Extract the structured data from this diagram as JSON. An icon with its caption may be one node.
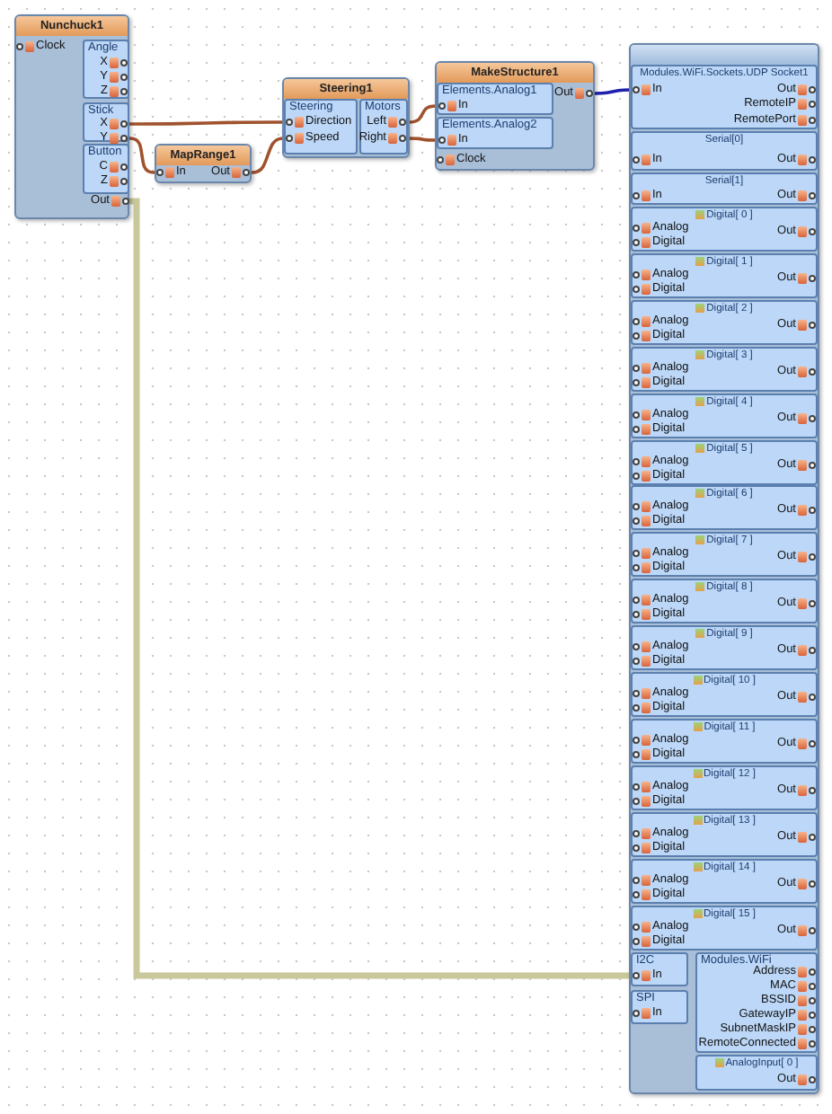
{
  "diagram": {
    "nodes": [
      {
        "text": [
          "Nunchuck1"
        ]
      },
      {
        "text": [
          "Clock"
        ],
        "in": 0
      },
      {
        "text": [
          "Angle"
        ],
        "in": 0
      },
      {
        "text": [
          "X"
        ],
        "in": 2
      },
      {
        "text": [
          "Y"
        ],
        "in": 2
      },
      {
        "text": [
          "Z"
        ],
        "in": 2
      },
      {
        "text": [
          "Stick"
        ],
        "in": 0
      },
      {
        "text": [
          "X"
        ],
        "in": 6
      },
      {
        "text": [
          "Y"
        ],
        "in": 6
      },
      {
        "text": [
          "Button"
        ],
        "in": 0
      },
      {
        "text": [
          "C"
        ],
        "in": 9
      },
      {
        "text": [
          "Z"
        ],
        "in": 9
      },
      {
        "text": [
          "Out"
        ],
        "in": 0
      },
      {
        "text": [
          "MapRange1"
        ]
      },
      {
        "text": [
          "In"
        ],
        "in": 13
      },
      {
        "text": [
          "Out"
        ],
        "in": 13
      },
      {
        "text": [
          "Steering1"
        ]
      },
      {
        "text": [
          "Steering"
        ],
        "in": 16
      },
      {
        "text": [
          "Direction"
        ],
        "in": 17
      },
      {
        "text": [
          "Speed"
        ],
        "in": 17
      },
      {
        "text": [
          "Motors"
        ],
        "in": 16
      },
      {
        "text": [
          "Left"
        ],
        "in": 20
      },
      {
        "text": [
          "Right"
        ],
        "in": 20
      },
      {
        "text": [
          "MakeStructure1"
        ]
      },
      {
        "text": [
          "Elements.Analog1"
        ],
        "in": 23
      },
      {
        "text": [
          "In"
        ],
        "in": 24
      },
      {
        "text": [
          "Elements.Analog2"
        ],
        "in": 23
      },
      {
        "text": [
          "In"
        ],
        "in": 26
      },
      {
        "text": [
          "Clock"
        ],
        "in": 23
      },
      {
        "text": [
          "Out"
        ],
        "in": 23
      },
      {
        "text": [],
        "shape": "box"
      },
      {
        "text": [
          "Modules.WiFi.Sockets.UDP Socket1"
        ],
        "in": 30
      },
      {
        "text": [
          "In"
        ],
        "in": 31
      },
      {
        "text": [
          "Out"
        ],
        "in": 31
      },
      {
        "text": [
          "RemoteIP"
        ],
        "in": 31
      },
      {
        "text": [
          "RemotePort"
        ],
        "in": 31
      },
      {
        "text": [
          "Serial[0]"
        ],
        "in": 30
      },
      {
        "text": [
          "In"
        ],
        "in": 36
      },
      {
        "text": [
          "Out"
        ],
        "in": 36
      },
      {
        "text": [
          "Serial[1]"
        ],
        "in": 30
      },
      {
        "text": [
          "In"
        ],
        "in": 39
      },
      {
        "text": [
          "Out"
        ],
        "in": 39
      },
      {
        "text": [
          "Digital[ 0 ]"
        ],
        "in": 30
      },
      {
        "text": [
          "Analog"
        ],
        "in": 42
      },
      {
        "text": [
          "Digital"
        ],
        "in": 42
      },
      {
        "text": [
          "Out"
        ],
        "in": 42
      },
      {
        "text": [
          "Digital[ 1 ]"
        ],
        "in": 30
      },
      {
        "text": [
          "Analog"
        ],
        "in": 46
      },
      {
        "text": [
          "Digital"
        ],
        "in": 46
      },
      {
        "text": [
          "Out"
        ],
        "in": 46
      },
      {
        "text": [
          "Digital[ 2 ]"
        ],
        "in": 30
      },
      {
        "text": [
          "Analog"
        ],
        "in": 50
      },
      {
        "text": [
          "Digital"
        ],
        "in": 50
      },
      {
        "text": [
          "Out"
        ],
        "in": 50
      },
      {
        "text": [
          "Digital[ 3 ]"
        ],
        "in": 30
      },
      {
        "text": [
          "Analog"
        ],
        "in": 54
      },
      {
        "text": [
          "Digital"
        ],
        "in": 54
      },
      {
        "text": [
          "Out"
        ],
        "in": 54
      },
      {
        "text": [
          "Digital[ 4 ]"
        ],
        "in": 30
      },
      {
        "text": [
          "Analog"
        ],
        "in": 58
      },
      {
        "text": [
          "Digital"
        ],
        "in": 58
      },
      {
        "text": [
          "Out"
        ],
        "in": 58
      },
      {
        "text": [
          "Digital[ 5 ]"
        ],
        "in": 30
      },
      {
        "text": [
          "Analog"
        ],
        "in": 62
      },
      {
        "text": [
          "Digital"
        ],
        "in": 62
      },
      {
        "text": [
          "Out"
        ],
        "in": 62
      },
      {
        "text": [
          "Digital[ 6 ]"
        ],
        "in": 30
      },
      {
        "text": [
          "Analog"
        ],
        "in": 66
      },
      {
        "text": [
          "Digital"
        ],
        "in": 66
      },
      {
        "text": [
          "Out"
        ],
        "in": 66
      },
      {
        "text": [
          "Digital[ 7 ]"
        ],
        "in": 30
      },
      {
        "text": [
          "Analog"
        ],
        "in": 70
      },
      {
        "text": [
          "Digital"
        ],
        "in": 70
      },
      {
        "text": [
          "Out"
        ],
        "in": 70
      },
      {
        "text": [
          "Digital[ 8 ]"
        ],
        "in": 30
      },
      {
        "text": [
          "Analog"
        ],
        "in": 74
      },
      {
        "text": [
          "Digital"
        ],
        "in": 74
      },
      {
        "text": [
          "Out"
        ],
        "in": 74
      },
      {
        "text": [
          "Digital[ 9 ]"
        ],
        "in": 30
      },
      {
        "text": [
          "Analog"
        ],
        "in": 78
      },
      {
        "text": [
          "Digital"
        ],
        "in": 78
      },
      {
        "text": [
          "Out"
        ],
        "in": 78
      },
      {
        "text": [
          "Digital[ 10 ]"
        ],
        "in": 30
      },
      {
        "text": [
          "Analog"
        ],
        "in": 82
      },
      {
        "text": [
          "Digital"
        ],
        "in": 82
      },
      {
        "text": [
          "Out"
        ],
        "in": 82
      },
      {
        "text": [
          "Digital[ 11 ]"
        ],
        "in": 30
      },
      {
        "text": [
          "Analog"
        ],
        "in": 86
      },
      {
        "text": [
          "Digital"
        ],
        "in": 86
      },
      {
        "text": [
          "Out"
        ],
        "in": 86
      },
      {
        "text": [
          "Digital[ 12 ]"
        ],
        "in": 30
      },
      {
        "text": [
          "Analog"
        ],
        "in": 90
      },
      {
        "text": [
          "Digital"
        ],
        "in": 90
      },
      {
        "text": [
          "Out"
        ],
        "in": 90
      },
      {
        "text": [
          "Digital[ 13 ]"
        ],
        "in": 30
      },
      {
        "text": [
          "Analog"
        ],
        "in": 94
      },
      {
        "text": [
          "Digital"
        ],
        "in": 94
      },
      {
        "text": [
          "Out"
        ],
        "in": 94
      },
      {
        "text": [
          "Digital[ 14 ]"
        ],
        "in": 30
      },
      {
        "text": [
          "Analog"
        ],
        "in": 98
      },
      {
        "text": [
          "Digital"
        ],
        "in": 98
      },
      {
        "text": [
          "Out"
        ],
        "in": 98
      },
      {
        "text": [
          "Digital[ 15 ]"
        ],
        "in": 30
      },
      {
        "text": [
          "Analog"
        ],
        "in": 102
      },
      {
        "text": [
          "Digital"
        ],
        "in": 102
      },
      {
        "text": [
          "Out"
        ],
        "in": 102
      },
      {
        "text": [
          "I2C"
        ],
        "in": 30
      },
      {
        "text": [
          "In"
        ],
        "in": 106
      },
      {
        "text": [
          "SPI"
        ],
        "in": 30
      },
      {
        "text": [
          "In"
        ],
        "in": 108
      },
      {
        "text": [
          "Modules.WiFi"
        ],
        "in": 30
      },
      {
        "text": [
          "Address"
        ],
        "in": 110
      },
      {
        "text": [
          "MAC"
        ],
        "in": 110
      },
      {
        "text": [
          "BSSID"
        ],
        "in": 110
      },
      {
        "text": [
          "GatewayIP"
        ],
        "in": 110
      },
      {
        "text": [
          "SubnetMaskIP"
        ],
        "in": 110
      },
      {
        "text": [
          "RemoteConnected"
        ],
        "in": 110
      },
      {
        "text": [
          "AnalogInput[ 0 ]"
        ],
        "in": 30
      },
      {
        "text": [
          "Out"
        ],
        "in": 117
      }
    ],
    "edges": [
      {
        "from": 7,
        "to": 18,
        "arrow": "none"
      },
      {
        "from": 8,
        "to": 14,
        "arrow": "none"
      },
      {
        "from": 15,
        "to": 19,
        "arrow": "none"
      },
      {
        "from": 21,
        "to": 25,
        "arrow": "none"
      },
      {
        "from": 22,
        "to": 27,
        "arrow": "none"
      },
      {
        "from": 29,
        "to": 32,
        "arrow": "none",
        "color": "#2020b0"
      },
      {
        "from": 12,
        "to": 107,
        "arrow": "none",
        "style": "thick",
        "color": "#c8c89a"
      }
    ]
  }
}
